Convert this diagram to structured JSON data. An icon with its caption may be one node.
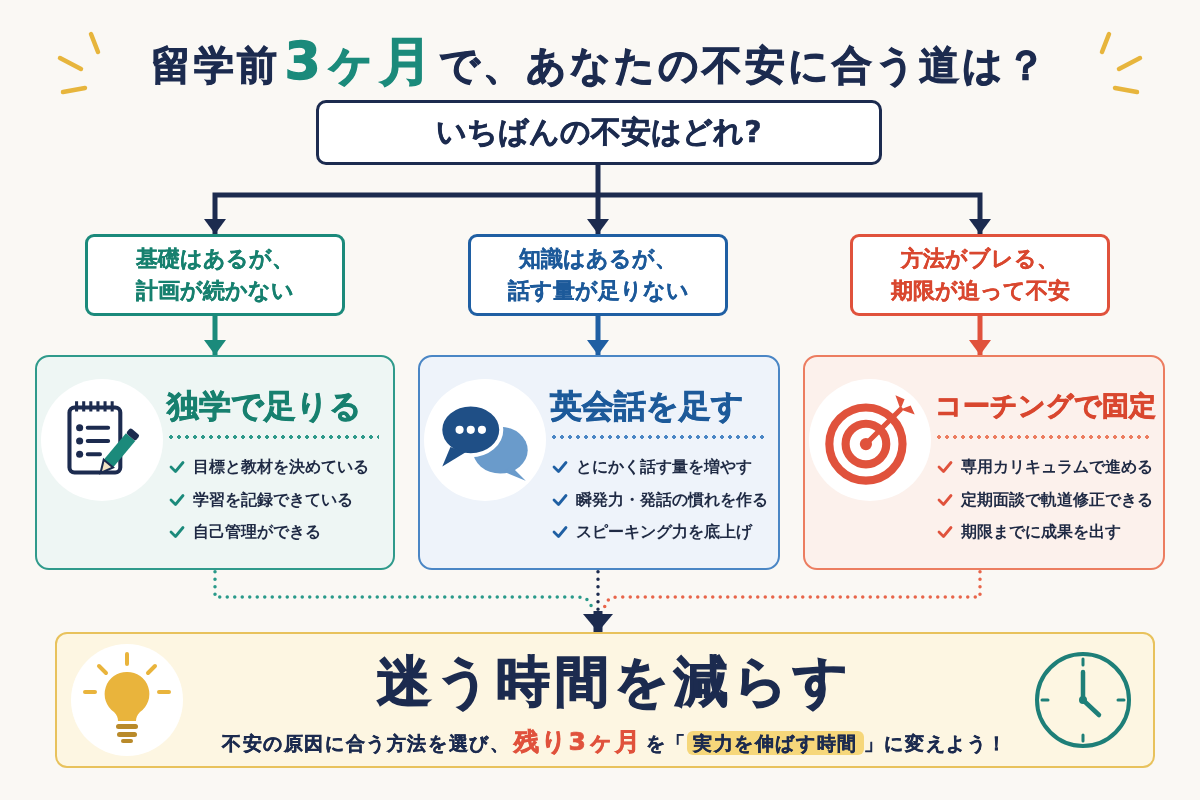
{
  "diagram": {
    "title": "留学前**3ヶ月**で、あなたの不安に合う道は？",
    "nodes": [
      {
        "text": [
          "いちばんの不安はどれ?"
        ]
      },
      {
        "text": [
          "基礎はあるが、計画が続かない"
        ]
      },
      {
        "text": [
          "知識はあるが、話す量が足りない"
        ]
      },
      {
        "text": [
          "方法がブレる、期限が迫って不安"
        ]
      },
      {
        "text": [
          "独学で足りる",
          "目標と教材を決めている",
          "学習を記録できている",
          "自己管理ができる"
        ]
      },
      {
        "text": [
          "英会話を足す",
          "とにかく話す量を増やす",
          "瞬発力・発話の慣れを作る",
          "スピーキング力を底上げ"
        ]
      },
      {
        "text": [
          "コーチングで固定",
          "専用カリキュラムで進める",
          "定期面談で軌道修正できる",
          "期限までに成果を出す"
        ]
      },
      {
        "text": [
          "迷う時間を減らす",
          "不安の原因に合う方法を選び、**残り3ヶ月**を「**実力を伸ばす時間**」に変えよう！"
        ]
      }
    ],
    "edges": [
      {
        "from": 0,
        "to": 1,
        "arrow": "to"
      },
      {
        "from": 0,
        "to": 2,
        "arrow": "to"
      },
      {
        "from": 0,
        "to": 3,
        "arrow": "to"
      },
      {
        "from": 1,
        "to": 4,
        "arrow": "to",
        "color": "#1b8a7b"
      },
      {
        "from": 2,
        "to": 5,
        "arrow": "to",
        "color": "#1f5fa3"
      },
      {
        "from": 3,
        "to": 6,
        "arrow": "to",
        "color": "#e0523c"
      },
      {
        "from": 4,
        "to": 7,
        "arrow": "to",
        "style": "dashed",
        "color": "#2a9a8a"
      },
      {
        "from": 5,
        "to": 7,
        "arrow": "to",
        "style": "dashed"
      },
      {
        "from": 6,
        "to": 7,
        "arrow": "to",
        "style": "dashed",
        "color": "#e8654a"
      }
    ]
  }
}
